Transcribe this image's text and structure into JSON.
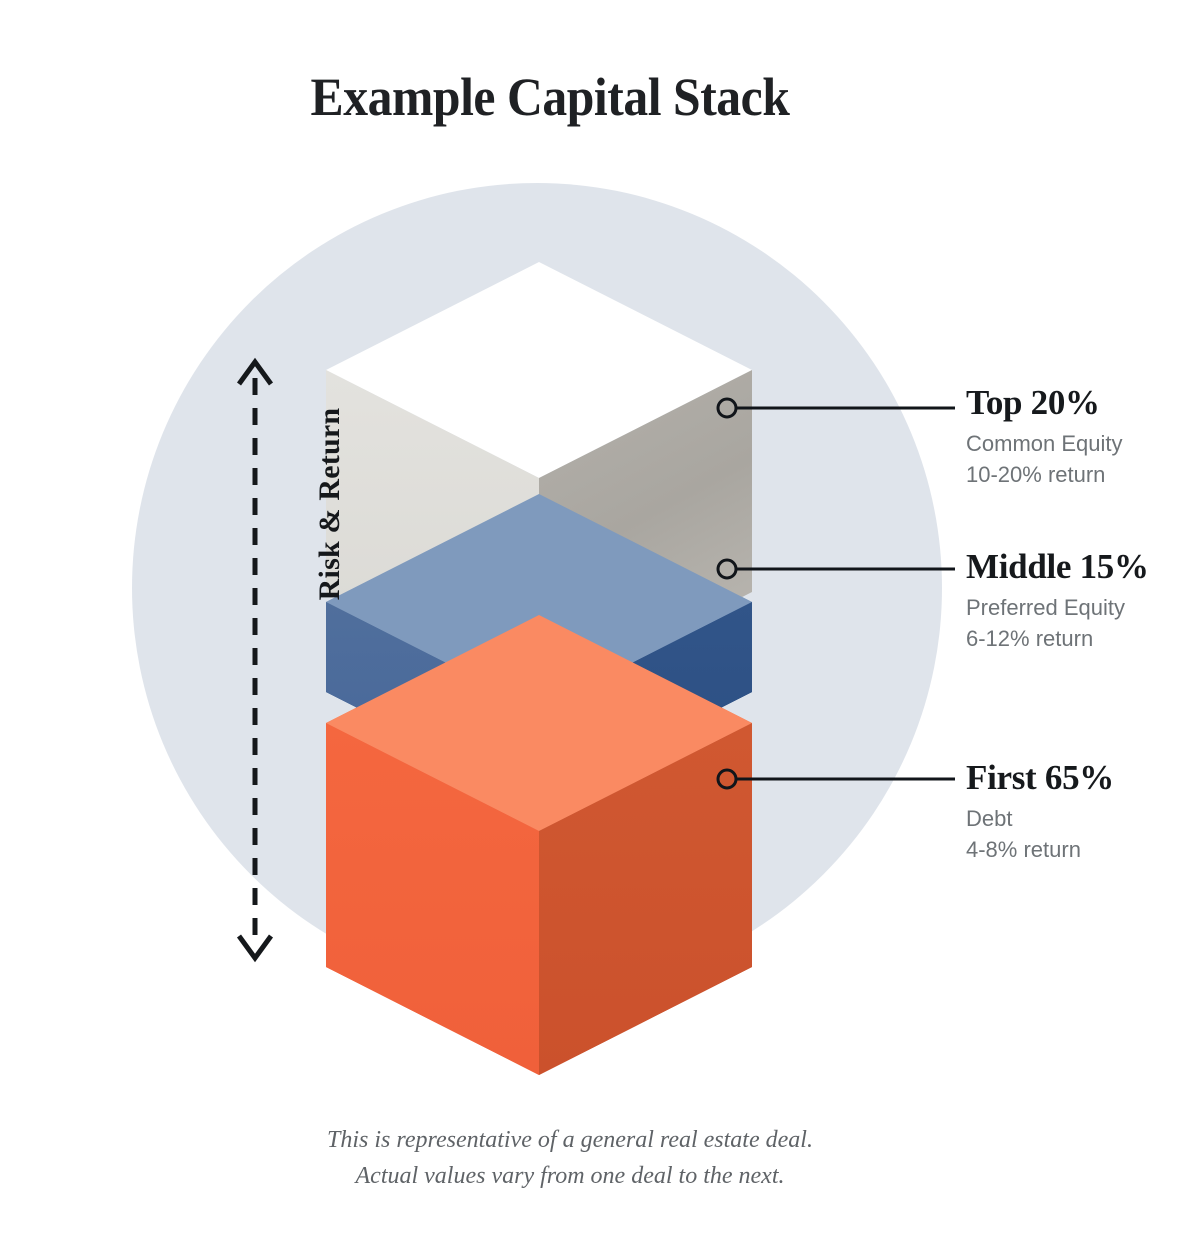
{
  "title": "Example Capital Stack",
  "axis": {
    "label": "Risk & Return",
    "arrow": "double-headed-dashed-arrow"
  },
  "footnote": {
    "line1": "This is representative of a general real estate deal.",
    "line2": "Actual values vary from one deal to the next."
  },
  "colors": {
    "background": "#ffffff",
    "circle_backdrop": "#dde3ea",
    "top_block_top": "#ffffff",
    "top_block_left": "#deddd8",
    "top_block_right": "#aaa7a1",
    "middle_block_top": "#7f9ABD",
    "middle_block_left": "#4b6e9c",
    "middle_block_right": "#2f5286",
    "bottom_block_top": "#fa8a62",
    "bottom_block_left": "#f4673f",
    "bottom_block_right": "#cf552f",
    "callout_line": "#11151a",
    "headline_text": "#16191c",
    "sub_text": "#6e7377",
    "footnote_text": "#5f6367"
  },
  "chart_data": {
    "type": "bar",
    "title": "Example Capital Stack",
    "subtitle": "",
    "xlabel": "",
    "ylabel": "Risk & Return",
    "legend_position": "right",
    "grid": false,
    "orientation": "stacked-vertical-isometric",
    "categories": [
      "Debt",
      "Preferred Equity",
      "Common Equity"
    ],
    "values": [
      65,
      15,
      20
    ],
    "unit": "% of capital stack",
    "ylim": [
      0,
      100
    ],
    "annotations": [
      "This is representative of a general real estate deal.",
      "Actual values vary from one deal to the next."
    ],
    "segments": [
      {
        "position": "Top",
        "share_label": "Top 20%",
        "share_percent": 20,
        "name": "Common Equity",
        "return_label": "10-20% return",
        "return_min": 10,
        "return_max": 20,
        "color": "#deddd8"
      },
      {
        "position": "Middle",
        "share_label": "Middle 15%",
        "share_percent": 15,
        "name": "Preferred Equity",
        "return_label": "6-12% return",
        "return_min": 6,
        "return_max": 12,
        "color": "#4b6e9c"
      },
      {
        "position": "First",
        "share_label": "First 65%",
        "share_percent": 65,
        "name": "Debt",
        "return_label": "4-8% return",
        "return_min": 4,
        "return_max": 8,
        "color": "#f4673f"
      }
    ]
  },
  "callouts": [
    {
      "headline": "Top 20%",
      "name": "Common Equity",
      "return": "10-20% return"
    },
    {
      "headline": "Middle 15%",
      "name": "Preferred Equity",
      "return": "6-12% return"
    },
    {
      "headline": "First 65%",
      "name": "Debt",
      "return": "4-8% return"
    }
  ]
}
